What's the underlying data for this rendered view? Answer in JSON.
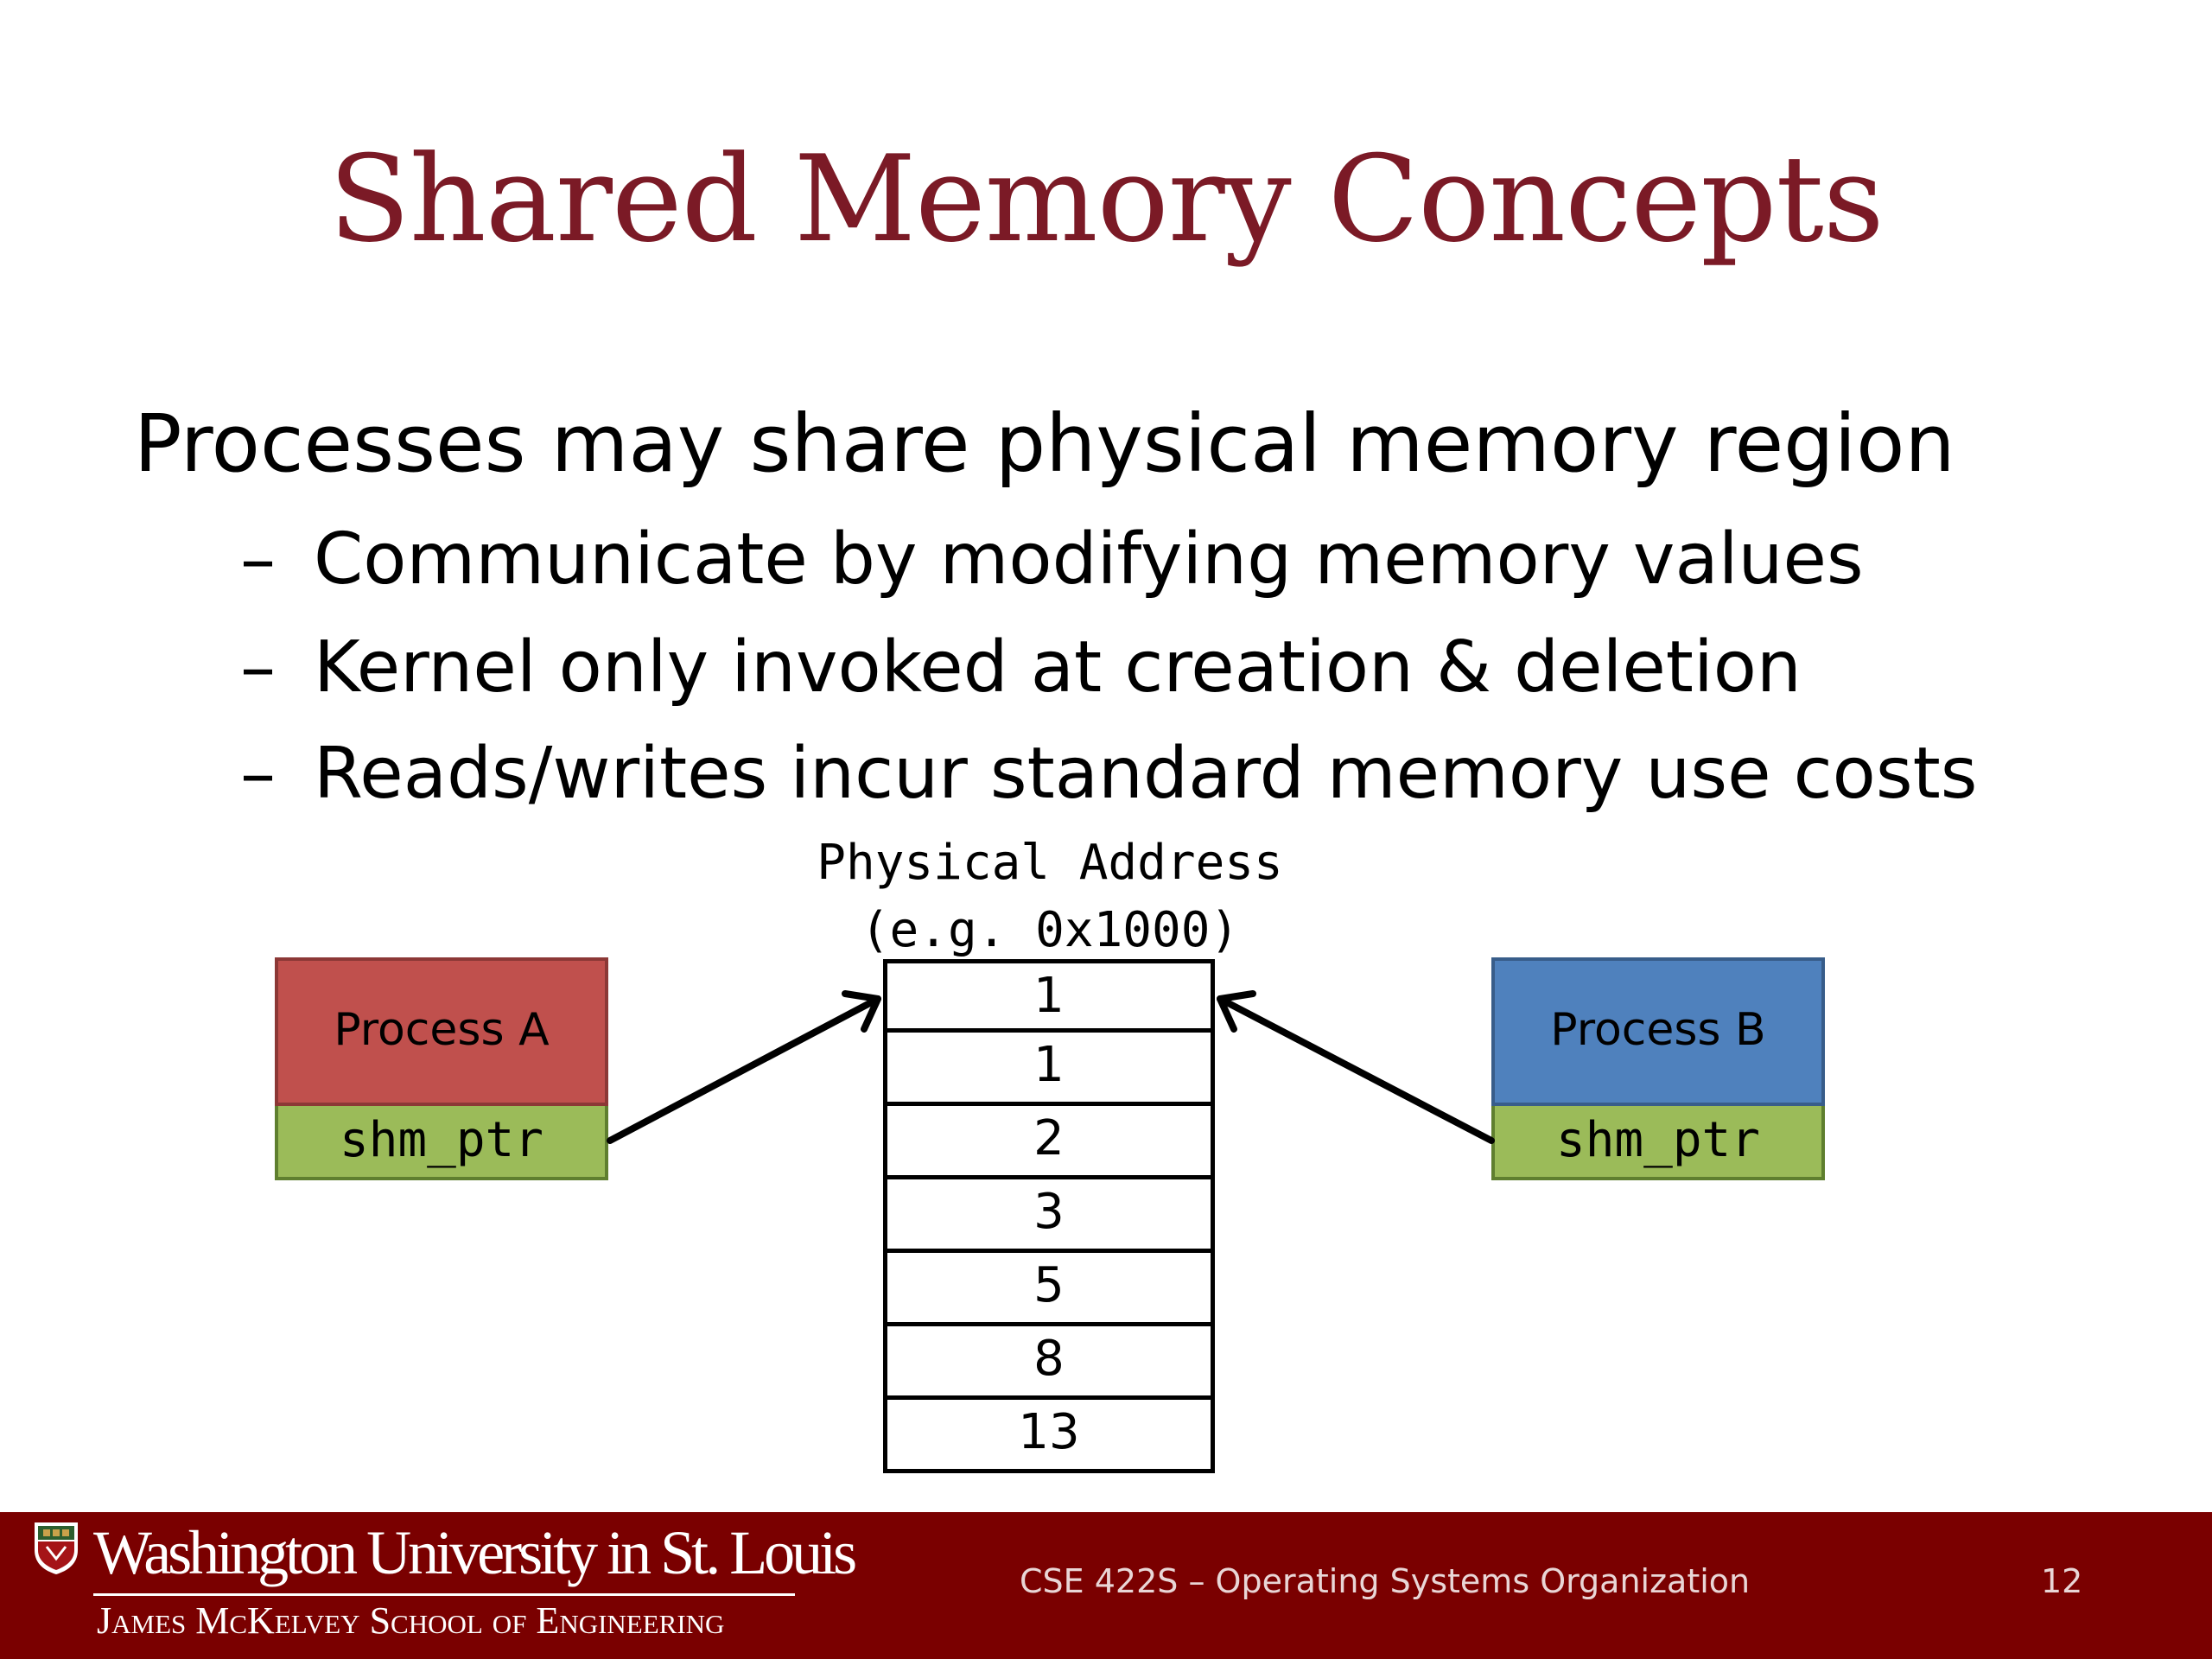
{
  "title": "Shared Memory Concepts",
  "bullets": {
    "main": "Processes may share physical memory region",
    "dash": "–",
    "sub": [
      "Communicate by modifying memory values",
      "Kernel only invoked at creation & deletion",
      "Reads/writes incur standard memory use costs"
    ]
  },
  "diagram": {
    "physical_label_line1": "Physical Address",
    "physical_label_line2": "(e.g. 0x1000)",
    "memory_values": [
      "1",
      "1",
      "2",
      "3",
      "5",
      "8",
      "13"
    ],
    "process_a": {
      "name": "Process A",
      "pointer": "shm_ptr"
    },
    "process_b": {
      "name": "Process B",
      "pointer": "shm_ptr"
    },
    "colors": {
      "process_a": "#c0504d",
      "process_b": "#4f81bd",
      "pointer": "#9bbb59"
    }
  },
  "footer": {
    "university": "Washington University in St. Louis",
    "school": "James McKelvey School of Engineering",
    "course": "CSE 422S – Operating Systems Organization",
    "page": "12",
    "color": "#7a0000"
  }
}
